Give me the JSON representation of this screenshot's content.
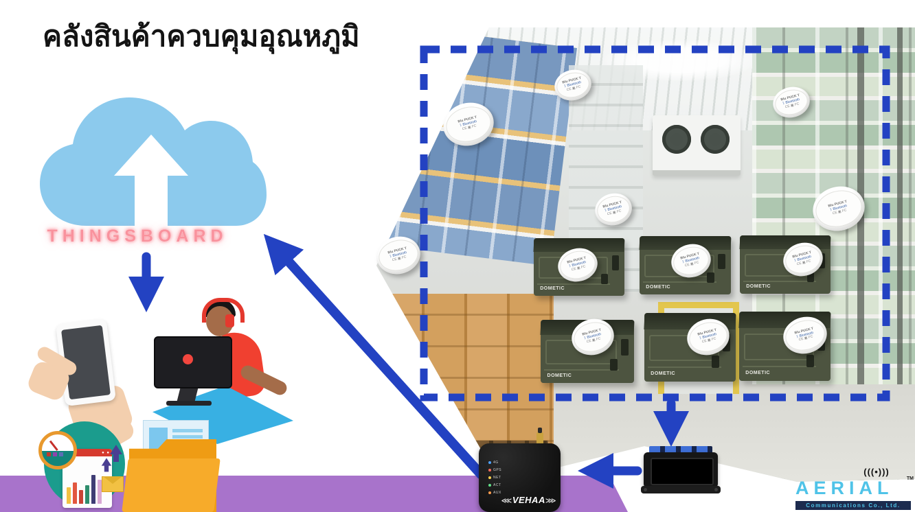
{
  "page": {
    "title": "คลังสินค้าควบคุมอุณหภูมิ"
  },
  "cloud": {
    "platform_label": "THINGSBOARD",
    "icon": "upload-arrow"
  },
  "warehouse": {
    "sensor_count": 12,
    "sensor_markings": {
      "line1": "Blu PUCK T",
      "line2": "ᛒ Bluetooth",
      "line3": "CE ▣ FC"
    },
    "cooler_count": 6,
    "cooler_label": "DOMETIC"
  },
  "gateway": {
    "brand": "VEHAA",
    "wing_left": "⋘",
    "wing_right": "⋙",
    "leds": [
      {
        "label": "4G",
        "color": "#4da3ff"
      },
      {
        "label": "GPS",
        "color": "#ff6b5a"
      },
      {
        "label": "NET",
        "color": "#ffd24d"
      },
      {
        "label": "ACT",
        "color": "#62e089"
      },
      {
        "label": "AUX",
        "color": "#ff9d4d"
      }
    ]
  },
  "aerial": {
    "wave_icon": "(((•)))",
    "name": "AERIAL",
    "tm": "TM",
    "subtitle": "Communications Co., Ltd."
  },
  "browser_dots": "● ●",
  "colors": {
    "accent_blue": "#2342c2",
    "cloud_blue": "#8ccaed",
    "neon_pink": "#f9929d",
    "purple_banner": "#a873cb",
    "teal_circle": "#1b9c8d",
    "folder_orange": "#f7ab2a",
    "cooler_olive": "#4d5440",
    "aerial_blue": "#4fc3e8",
    "aerial_navy": "#1c2b4e"
  }
}
